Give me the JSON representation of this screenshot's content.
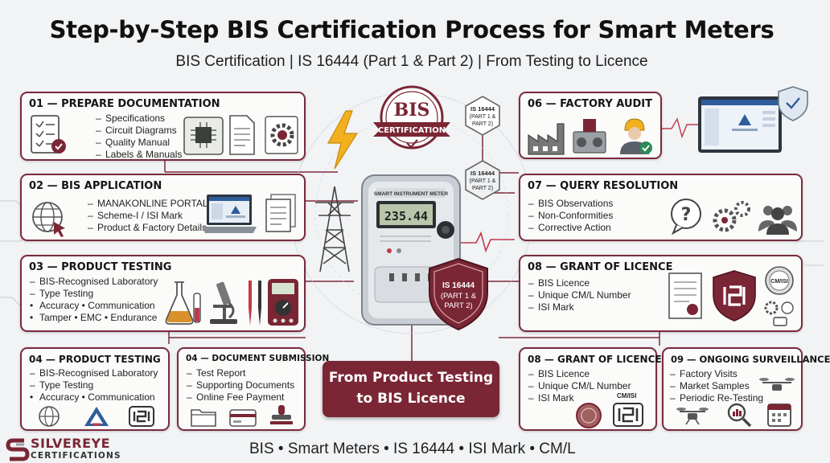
{
  "title": "Step-by-Step BIS Certification Process for Smart Meters",
  "subtitle": "BIS Certification | IS 16444 (Part 1 & Part 2) | From Testing to Licence",
  "steps": {
    "s01": {
      "title": "01 — PREPARE DOCUMENTATION",
      "items": [
        "Specifications",
        "Circuit Diagrams",
        "Quality Manual",
        "Labels & Manuals"
      ]
    },
    "s02": {
      "title": "02 — BIS APPLICATION",
      "items": [
        "MANAKONLINE PORTAL",
        "Scheme-I / ISI Mark",
        "Product & Factory Details"
      ]
    },
    "s03": {
      "title": "03 — PRODUCT TESTING",
      "items": [
        "BIS-Recognised Laboratory",
        "Type Testing",
        "Accuracy • Communication",
        "Tamper • EMC • Endurance"
      ]
    },
    "s04a": {
      "title": "04 — PRODUCT TESTING",
      "items": [
        "BIS-Recognised Laboratory",
        "Type Testing",
        "Accuracy • Communication"
      ]
    },
    "s04b": {
      "title": "04 — DOCUMENT SUBMISSION",
      "items": [
        "Test Report",
        "Supporting Documents",
        "Online Fee Payment"
      ]
    },
    "s06": {
      "title": "06 — FACTORY AUDIT"
    },
    "s07": {
      "title": "07 — QUERY RESOLUTION",
      "items": [
        "BIS Observations",
        "Non-Conformities",
        "Corrective Action"
      ]
    },
    "s08a": {
      "title": "08 — GRANT OF LICENCE",
      "items": [
        "BIS Licence",
        "Unique CM/L Number",
        "ISI Mark"
      ]
    },
    "s08b": {
      "title": "08 — GRANT OF LICENCE",
      "items": [
        "BIS Licence",
        "Unique CM/L Number",
        "ISI Mark"
      ],
      "badge": "CM/ISI"
    },
    "s09": {
      "title": "09 — ONGOING SURVEILLANCE",
      "items": [
        "Factory Visits",
        "Market Samples",
        "Periodic Re-Testing"
      ]
    }
  },
  "seal": {
    "big": "BIS",
    "ribbon": "CERTIFICATION"
  },
  "badges": {
    "hex1": [
      "IS 16444",
      "(PART 1 &",
      "PART 2)"
    ],
    "hex2": [
      "IS 16444",
      "(PART 1 &",
      "PART 2)"
    ],
    "shield": [
      "IS 16444",
      "(PART 1 &",
      "PART 2)"
    ],
    "cmisi": "CM/ISI"
  },
  "meter": {
    "brand": "SMART INSTRUMENT METER",
    "reading": "235.44"
  },
  "center_caption": [
    "From Product Testing",
    "to BIS Licence"
  ],
  "footer": "BIS • Smart Meters • IS 16444 • ISI Mark • CM/L",
  "logo": {
    "name": "SILVEREYE",
    "sub": "CERTIFICATIONS"
  },
  "colors": {
    "accent": "#7a2634",
    "border": "#7a2a3c",
    "bolt": "#f2b01e"
  }
}
